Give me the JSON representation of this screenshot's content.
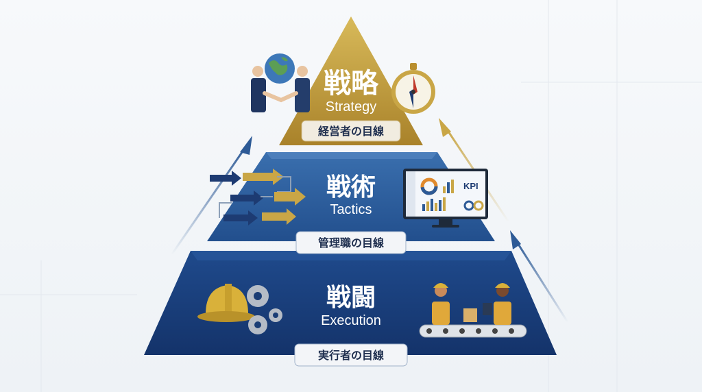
{
  "levels": {
    "strategy": {
      "title_jp": "戦略",
      "title_en": "Strategy",
      "tag": "経営者の目線"
    },
    "tactics": {
      "title_jp": "戦術",
      "title_en": "Tactics",
      "tag": "管理職の目線"
    },
    "execution": {
      "title_jp": "戦闘",
      "title_en": "Execution",
      "tag": "実行者の目線"
    }
  },
  "dashboard": {
    "kpi_label": "KPI"
  },
  "icons": [
    "handshake-globe-icon",
    "compass-icon",
    "workflow-arrows-icon",
    "kpi-dashboard-icon",
    "hard-hat-icon",
    "gears-icon",
    "workers-conveyor-icon"
  ],
  "colors": {
    "gold": "#b8962e",
    "blue_mid": "#2f5f9c",
    "blue_dark": "#173d78",
    "tag_bg": "#f1ece0"
  }
}
